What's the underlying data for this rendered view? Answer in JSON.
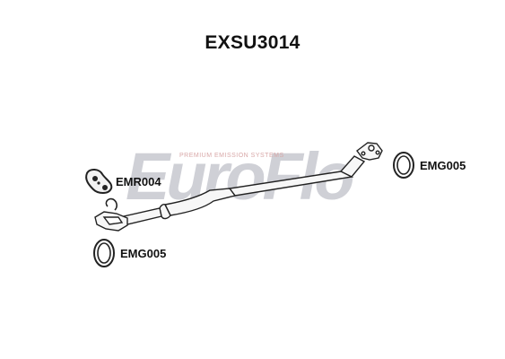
{
  "title": "EXSU3014",
  "watermark": {
    "brand": "EuroFlo",
    "tagline": "PREMIUM EMISSION SYSTEMS"
  },
  "parts": {
    "mount_label": "EMR004",
    "gasket_right_label": "EMG005",
    "gasket_left_label": "EMG005"
  }
}
